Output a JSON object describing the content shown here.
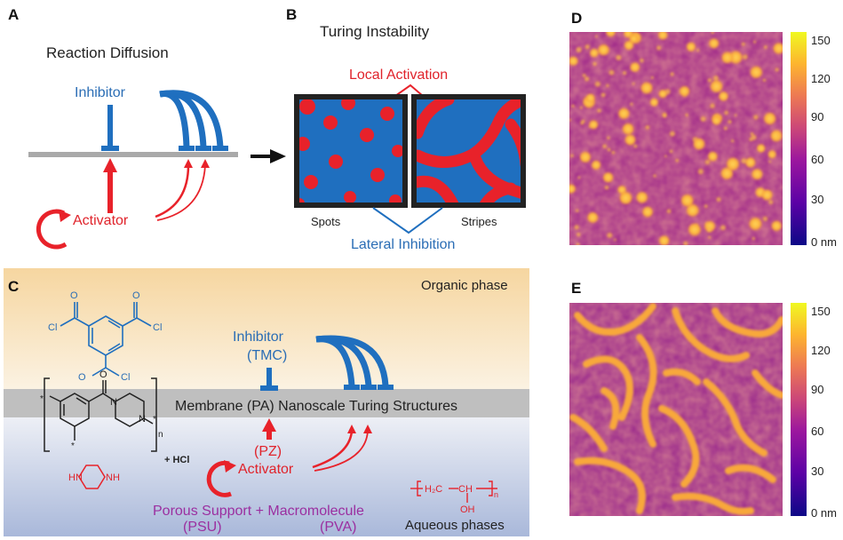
{
  "colors": {
    "inhibitor_blue": "#1f6fbf",
    "activator_red": "#e8222a",
    "purple": "#9b2fa0",
    "gray_line": "#a9a9a9",
    "membrane_gray": "#bfbfbf",
    "organic_top": "#f7d9a4",
    "aqueous_bottom": "#aab9da"
  },
  "panelA": {
    "letter": "A",
    "title": "Reaction Diffusion",
    "inhibitor": "Inhibitor",
    "activator": "Activator"
  },
  "panelB": {
    "letter": "B",
    "title": "Turing Instability",
    "local_activation": "Local Activation",
    "lateral_inhibition": "Lateral Inhibition",
    "spots": "Spots",
    "stripes": "Stripes"
  },
  "panelC": {
    "letter": "C",
    "organic_phase": "Organic phase",
    "aqueous_phases": "Aqueous phases",
    "membrane": "Membrane (PA) Nanoscale Turing Structures",
    "inhibitor": "Inhibitor",
    "inhibitor_abbr": "(TMC)",
    "activator_abbr": "(PZ)",
    "activator": "Activator",
    "support": "Porous Support + Macromolecule",
    "psu": "(PSU)",
    "pva": "(PVA)",
    "hcl": "+ HCl",
    "chem_cl": "Cl",
    "chem_o": "O",
    "chem_n": "N",
    "chem_nh": "NH",
    "chem_hn": "HN",
    "chem_star": "*",
    "chem_n_sub": "n",
    "chem_pva_h2c": "H₂C",
    "chem_pva_ch": "CH",
    "chem_pva_oh": "OH"
  },
  "panelD": {
    "letter": "D",
    "ticks": [
      "150",
      "120",
      "90",
      "60",
      "30",
      "0 nm"
    ]
  },
  "panelE": {
    "letter": "E",
    "ticks": [
      "150",
      "120",
      "90",
      "60",
      "30",
      "0 nm"
    ]
  }
}
